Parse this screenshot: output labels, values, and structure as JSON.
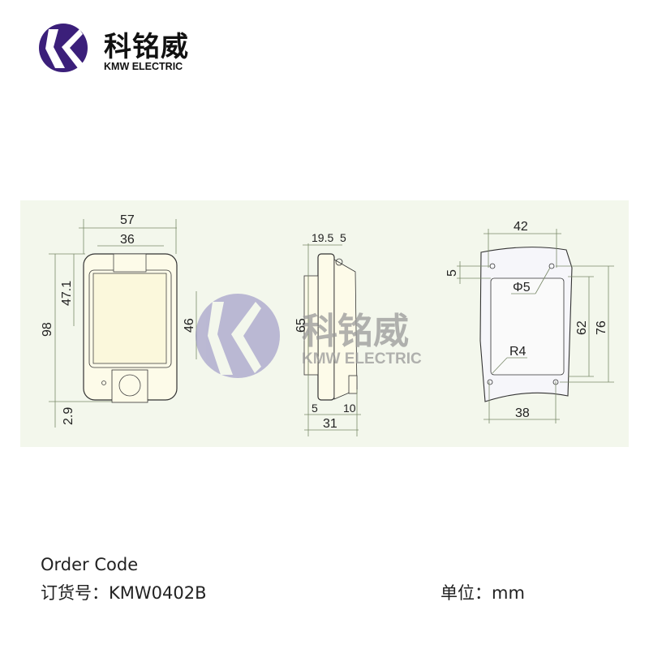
{
  "logo": {
    "cn": "科铭威",
    "en": "KMW ELECTRIC",
    "color": "#3b1f7a"
  },
  "drawing": {
    "front": {
      "width": "57",
      "inner_width": "36",
      "height": "98",
      "upper": "47.1",
      "window": "46",
      "bottom": "2.9"
    },
    "side": {
      "top_a": "19.5",
      "top_b": "5",
      "height": "65",
      "bottom_a": "5",
      "bottom_b": "10",
      "depth": "31"
    },
    "cutout": {
      "hole_span_top": "42",
      "hole_span_bottom": "38",
      "hole_offset": "5",
      "hole_dia": "Φ5",
      "inner_height": "62",
      "hole_span_vertical": "76",
      "radius": "R4"
    },
    "watermark": {
      "cn": "科铭威",
      "en": "KMW ELECTRIC"
    }
  },
  "footer": {
    "title": "Order Code",
    "order_label": "订货号：KMW0402B",
    "unit": "单位：mm"
  }
}
